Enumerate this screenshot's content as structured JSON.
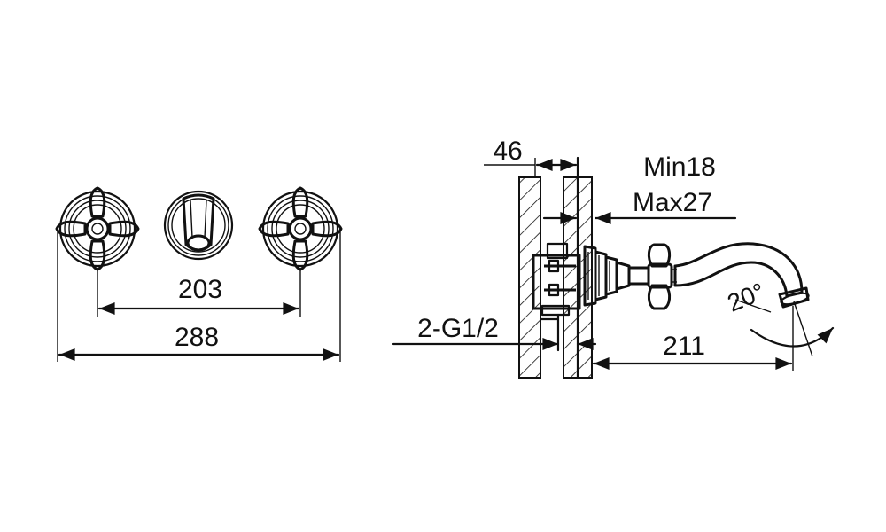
{
  "colors": {
    "ink": "#111111",
    "background": "#ffffff"
  },
  "front_view": {
    "inner_width_label": "203",
    "overall_width_label": "288"
  },
  "side_view": {
    "wall_depth_label": "46",
    "min_label": "Min18",
    "max_label": "Max27",
    "thread_label": "2-G1/2",
    "projection_label": "211",
    "angle_label": "20°"
  },
  "icons": {
    "left_handle": "cross-handle-icon",
    "right_handle": "cross-handle-icon",
    "spout": "spout-icon",
    "side_handle": "cross-handle-icon",
    "side_spout": "curved-spout-icon"
  }
}
